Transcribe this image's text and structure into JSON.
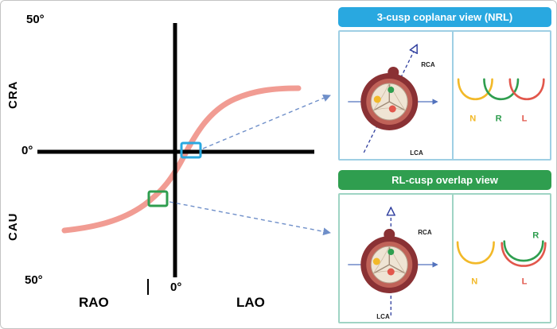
{
  "figure": {
    "background": "#ffffff",
    "border_color": "#c4c4c4"
  },
  "chart": {
    "type": "line",
    "description": "S-shaped curve of fluoroscopic projection angles (cranial/caudal vs RAO/LAO)",
    "curve_color": "#ee8b80",
    "axis_color": "#000000",
    "connector_color": "#6f8fc9",
    "y_axis": {
      "top_value": "50°",
      "top_region_label": "CRA",
      "zero_label": "0°",
      "bottom_region_label": "CAU",
      "bottom_value": "50°"
    },
    "x_axis": {
      "left_region_label": "RAO",
      "zero_label": "0°",
      "right_region_label": "LAO"
    },
    "markers": [
      {
        "name": "coplanar-view-marker",
        "color": "#29a8e0"
      },
      {
        "name": "overlap-view-marker",
        "color": "#2f9e4f"
      }
    ]
  },
  "panels": [
    {
      "title": "3-cusp coplanar view (NRL)",
      "header_color": "#29a8e0",
      "anatomy": {
        "rca_label": "RCA",
        "lca_label": "LCA"
      },
      "cusps": [
        {
          "label": "N",
          "color": "#f2b929"
        },
        {
          "label": "R",
          "color": "#2f9e4f"
        },
        {
          "label": "L",
          "color": "#e2574c"
        }
      ]
    },
    {
      "title": "RL-cusp overlap view",
      "header_color": "#2f9e4f",
      "anatomy": {
        "rca_label": "RCA",
        "lca_label": "LCA"
      },
      "cusps": [
        {
          "label": "N",
          "color": "#f2b929"
        },
        {
          "label": "R",
          "color": "#2f9e4f"
        },
        {
          "label": "L",
          "color": "#e2574c"
        }
      ]
    }
  ]
}
